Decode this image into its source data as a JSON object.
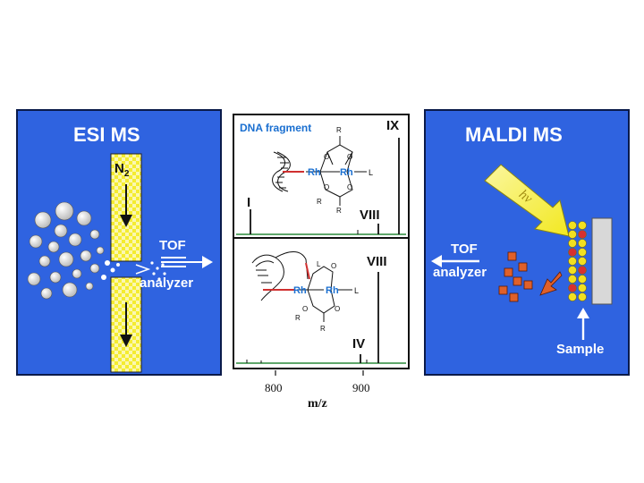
{
  "esi": {
    "title": "ESI MS",
    "gas": "N",
    "gas_sub": "2",
    "tof": "TOF",
    "analyzer": "analyzer"
  },
  "maldi": {
    "title": "MALDI MS",
    "laser": "hν",
    "tof": "TOF",
    "analyzer": "analyzer",
    "sample": "Sample"
  },
  "spectrum": {
    "fragment_label": "DNA fragment",
    "top_peaks": [
      "I",
      "VIII",
      "IX"
    ],
    "bottom_peaks": [
      "IV",
      "VIII"
    ],
    "ticks": [
      "800",
      "900"
    ],
    "xlabel": "m/z",
    "metal": "Rh",
    "ligand": "L",
    "substituent": "R",
    "oxygen": "O"
  },
  "colors": {
    "panel_blue": "#2f63e0",
    "yellow": "#f2ea2a",
    "orange": "#e0602a",
    "green_trace": "#2a8a3a",
    "rh_blue": "#1a6fd0"
  }
}
